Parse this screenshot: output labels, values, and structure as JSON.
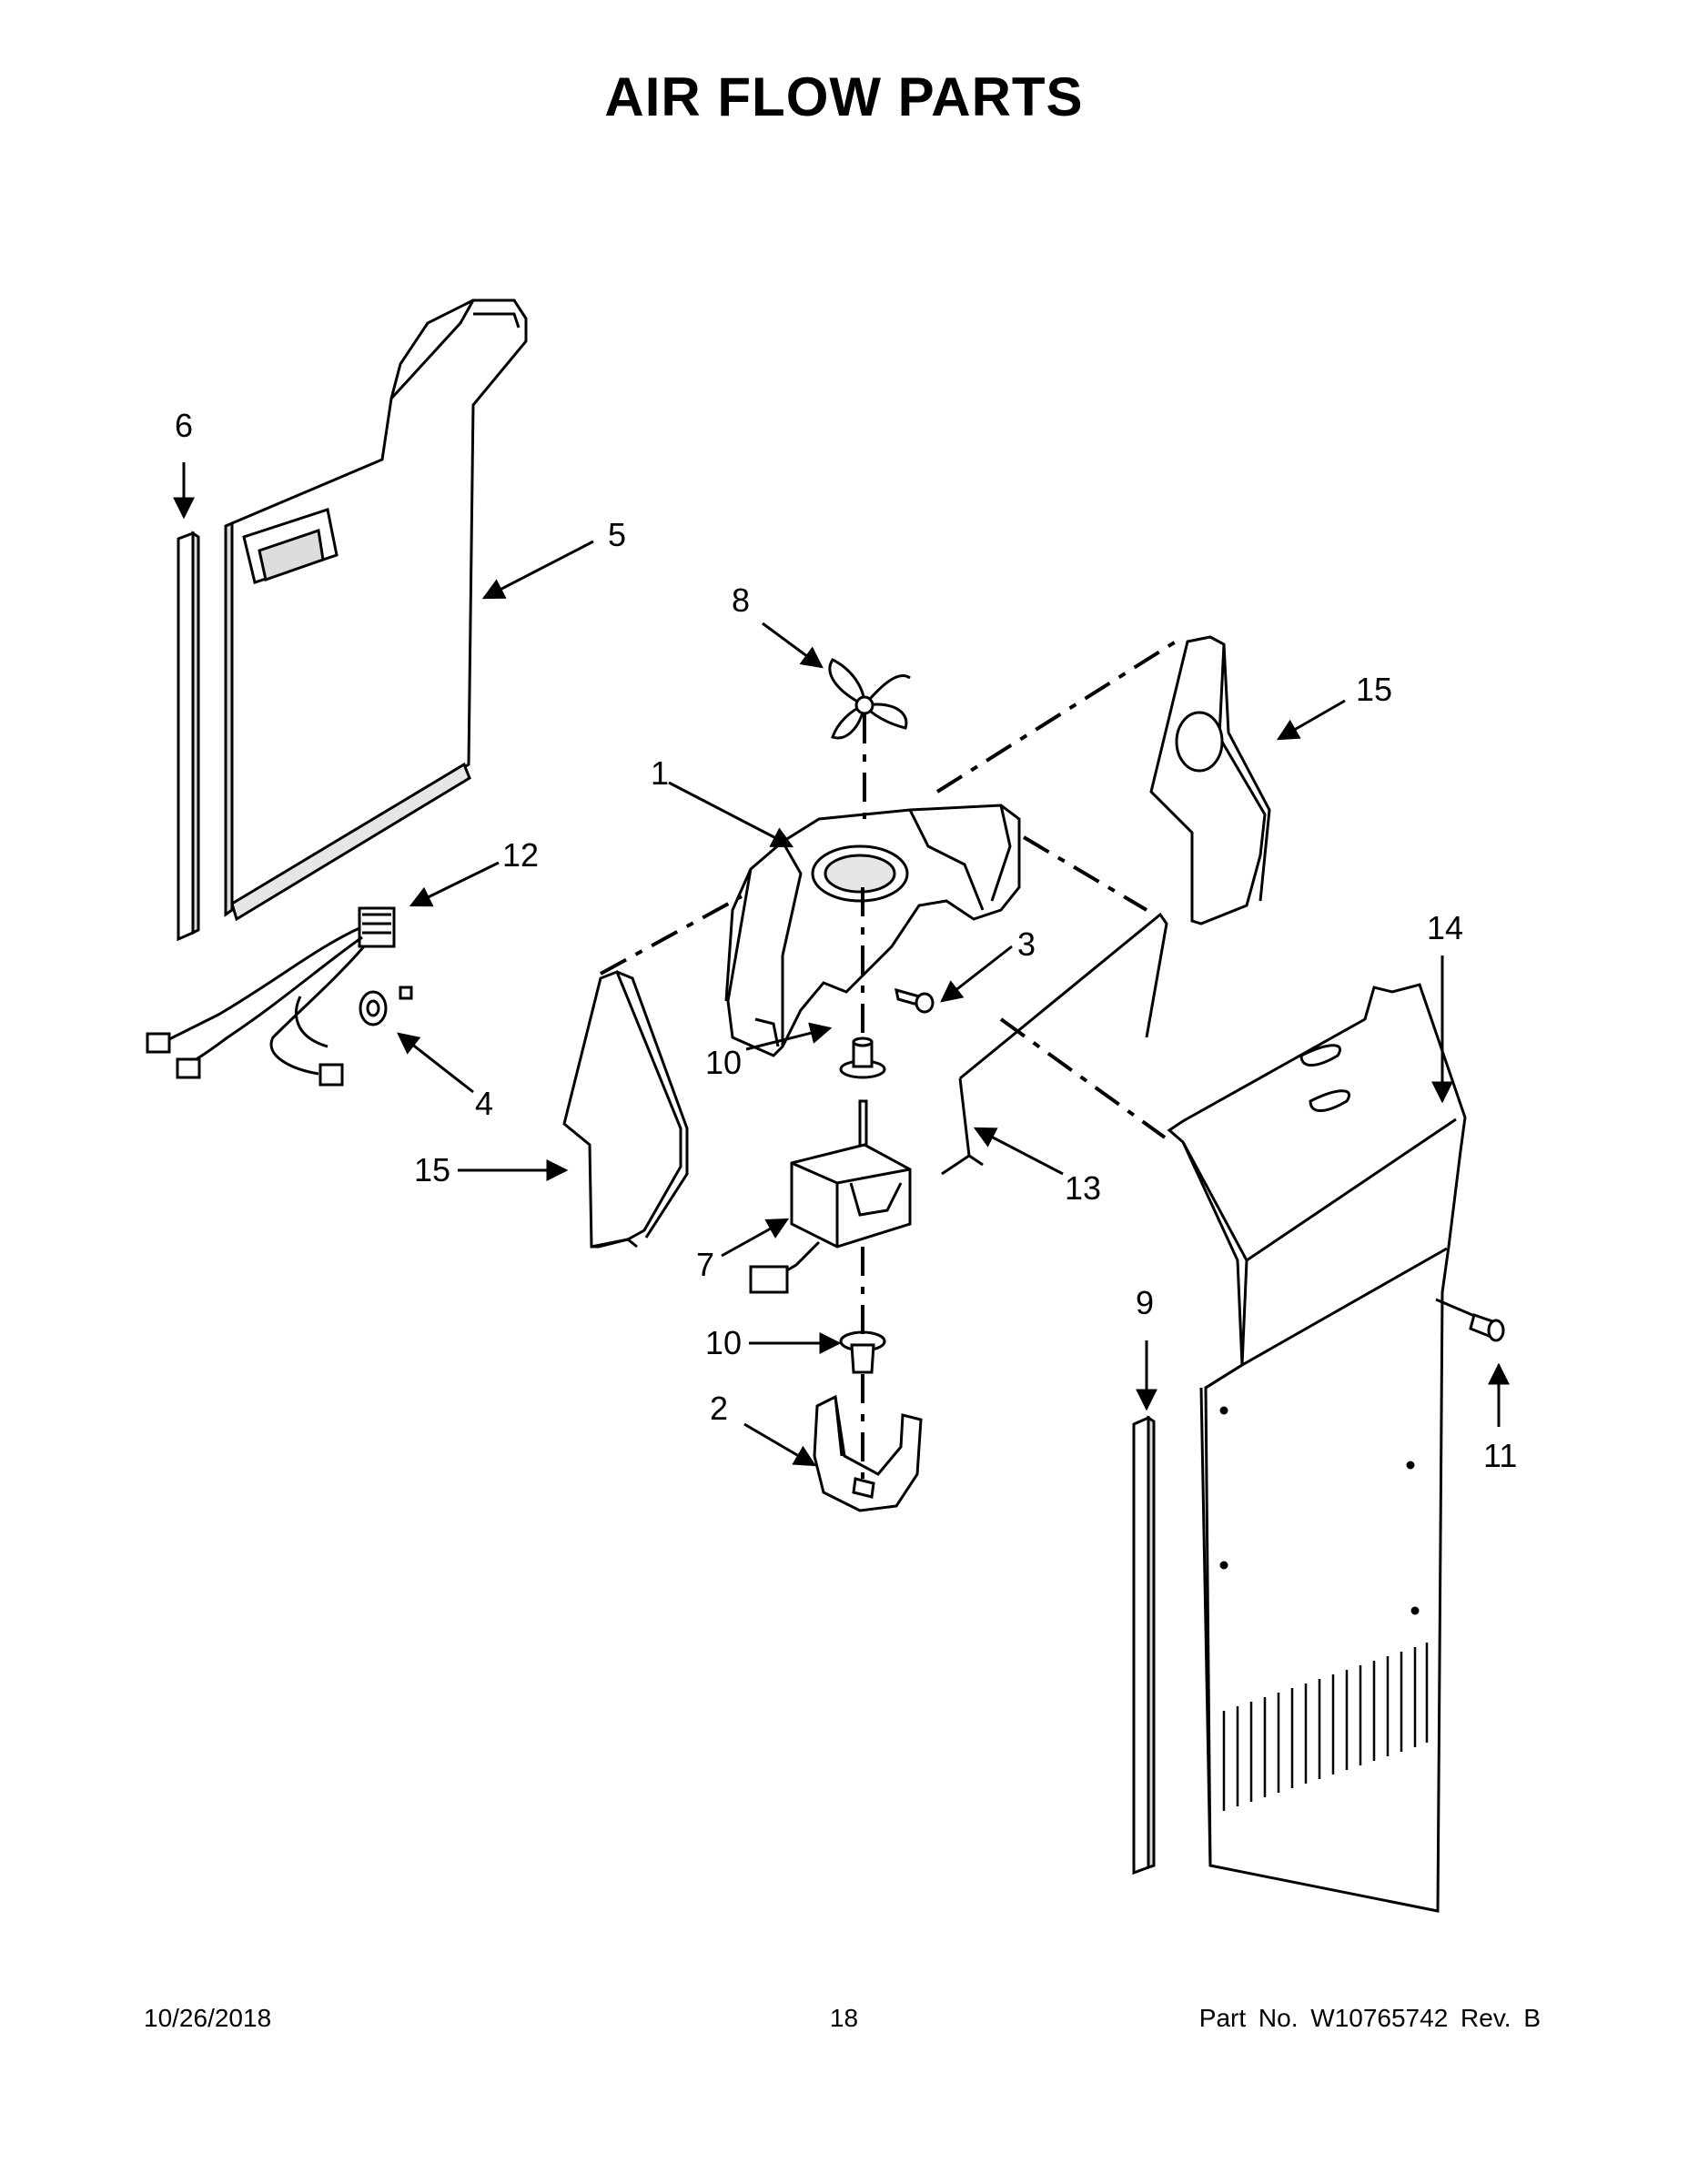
{
  "page": {
    "title": "AIR FLOW PARTS",
    "footer_date": "10/26/2018",
    "footer_page": "18",
    "footer_part": "Part No.  W10765742  Rev.  B"
  },
  "callouts": {
    "c1": "1",
    "c2": "2",
    "c3": "3",
    "c4": "4",
    "c5": "5",
    "c6": "6",
    "c7": "7",
    "c8": "8",
    "c9": "9",
    "c10a": "10",
    "c10b": "10",
    "c11": "11",
    "c12": "12",
    "c13": "13",
    "c14": "14",
    "c15a": "15",
    "c15b": "15"
  },
  "colors": {
    "line": "#000000",
    "fill": "#ffffff",
    "shade": "#e6e6e6"
  }
}
